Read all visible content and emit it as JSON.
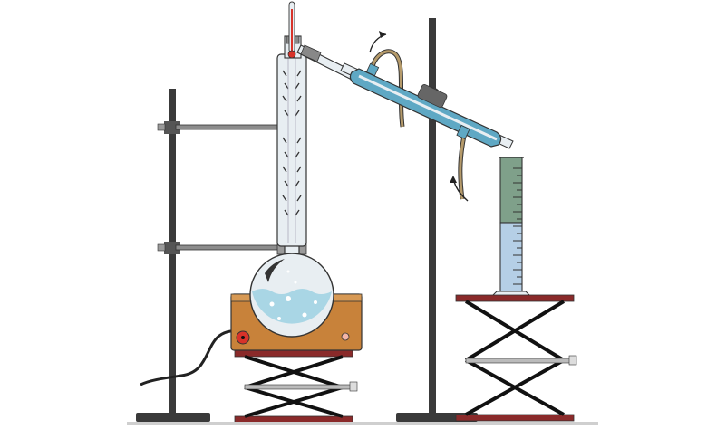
{
  "diagram": {
    "kind": "fractional-distillation-apparatus",
    "colors": {
      "stand": "#3a3a3a",
      "clamp": "#8c8c8c",
      "glass": "#e8eef2",
      "glass_outline": "#333333",
      "liquid": "#a9d6e5",
      "liquid_cylinder": "#b5cfe6",
      "condenser_jacket": "#5fa8c4",
      "hotplate_body": "#c8823a",
      "hotplate_panel": "#b36b27",
      "knob_red": "#d8332a",
      "lab_jack_top": "#8a2a2a",
      "tubing": "#b59a6a",
      "stopper": "#888888",
      "thermometer_bulb": "#d8332a",
      "vapor_cylinder": "#7fa08a",
      "arrow": "#222222",
      "cable": "#222222"
    },
    "components": [
      {
        "id": "left-stand",
        "icon": "retort-stand-icon"
      },
      {
        "id": "right-stand",
        "icon": "retort-stand-icon"
      },
      {
        "id": "hot-plate",
        "icon": "hot-plate-icon"
      },
      {
        "id": "round-bottom-flask",
        "icon": "flask-icon"
      },
      {
        "id": "fractionating-column",
        "icon": "column-icon"
      },
      {
        "id": "thermometer",
        "icon": "thermometer-icon"
      },
      {
        "id": "liebig-condenser",
        "icon": "condenser-icon"
      },
      {
        "id": "graduated-cylinder",
        "icon": "cylinder-icon"
      },
      {
        "id": "lab-jack-left",
        "icon": "lab-jack-icon"
      },
      {
        "id": "lab-jack-right",
        "icon": "lab-jack-icon"
      },
      {
        "id": "water-in-tube",
        "icon": "tubing-icon"
      },
      {
        "id": "water-out-tube",
        "icon": "tubing-icon"
      }
    ],
    "flow_arrows": [
      "water-out-arrow",
      "water-in-arrow"
    ]
  }
}
